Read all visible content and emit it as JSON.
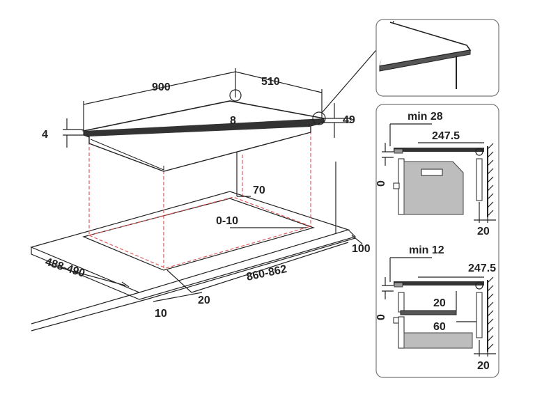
{
  "colors": {
    "cutout_guides": "#e05a5a",
    "line": "#222222",
    "oven_fill": "#bdbdbd"
  },
  "main": {
    "width": "900",
    "depth": "510",
    "surface_thickness": "4",
    "edge_height": "49",
    "center_label": "8",
    "cutout_offset": "70",
    "cutout_gap": "0-10",
    "cutout_depth": "488-490",
    "cutout_width": "860-862",
    "front_gap": "10",
    "rail_offset": "20",
    "back_clearance": "100"
  },
  "detail_top": {
    "min_label": "min 28",
    "dim": "247.5",
    "zero": "0",
    "wall_gap": "20"
  },
  "detail_bottom": {
    "min_label": "min 12",
    "dim": "247.5",
    "zero": "0",
    "shelf_gap": "20",
    "shelf_depth": "60",
    "wall_gap": "20"
  }
}
